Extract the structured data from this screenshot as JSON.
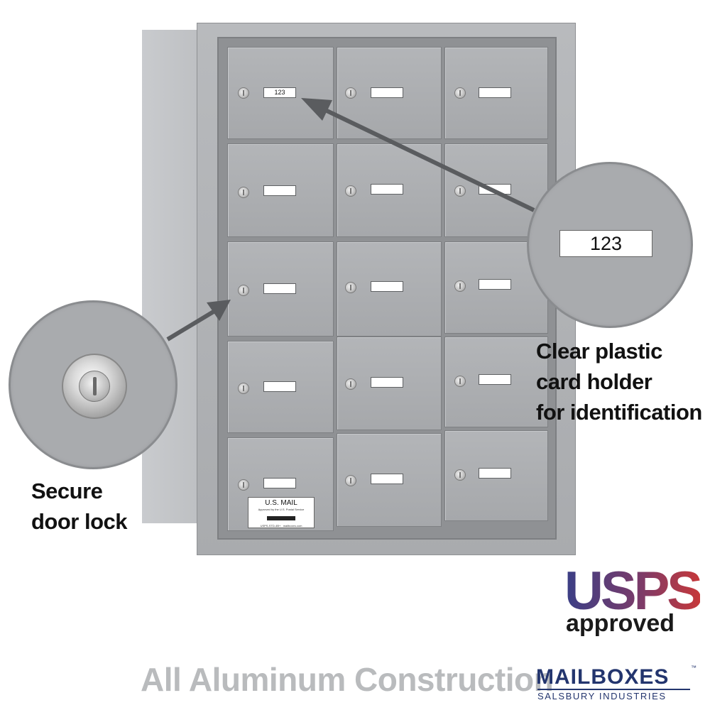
{
  "card_number": "123",
  "zoom_card_number": "123",
  "usmail_plate": {
    "title": "U.S. MAIL",
    "subtitle": "Approved by the U.S. Postal Service",
    "footer_left": "USPS-STD-4B+",
    "footer_right": "mailboxes.com"
  },
  "callouts": {
    "lock_label_line1": "Secure",
    "lock_label_line2": "door lock",
    "card_label_line1": "Clear plastic",
    "card_label_line2": "card holder",
    "card_label_line3": "for identification"
  },
  "footer": {
    "tagline": "All Aluminum Construction"
  },
  "usps_badge": {
    "word": "USPS",
    "approved": "approved"
  },
  "brand": {
    "name": "MAILBOXES",
    "trademark": "™",
    "subtitle": "SALSBURY INDUSTRIES"
  },
  "colors": {
    "aluminum": "#a9abae",
    "brand_navy": "#23356e",
    "usps_blue": "#3a3f86",
    "usps_red": "#c6383a",
    "footer_gray": "#b9bbbd"
  }
}
